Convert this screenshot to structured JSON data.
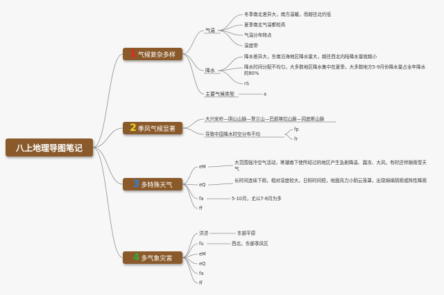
{
  "root": "八上地理导图笔记",
  "colors": {
    "box": "#8a5a2b",
    "line": "#8d8d8d",
    "num1": "#e8231c",
    "num2": "#f2d51f",
    "num3": "#2f80d4",
    "num4": "#3da436"
  },
  "branches": [
    {
      "num": "1",
      "label": "气候复杂多样",
      "children": [
        {
          "label": "气温",
          "leaves": [
            "冬季南北差异大，南方温暖，而越往北约低",
            "夏季南北气温都较高",
            "气温分布特点",
            "温度带"
          ]
        },
        {
          "label": "降水",
          "leaves": [
            "降水差异大，东南沿海地区降水量大，越往西北内陆降水量就越小",
            "降水时间分配不均匀，大多数地区降水集中在夏季，大多数地方5-9月份降水量占全年降水的80%",
            "rS"
          ]
        },
        {
          "label": "主要气候类型",
          "leaves": [
            "a"
          ]
        }
      ]
    },
    {
      "num": "2",
      "label": "季风气候显著",
      "children": [
        {
          "label": "大兴安岭—阴山山脉—贺兰山—巴颜喀拉山脉—冈底斯山脉",
          "leaves": []
        },
        {
          "label": "导致中国降水时空分布不均",
          "leaves": [
            "fp",
            "fr"
          ]
        }
      ]
    },
    {
      "num": "3",
      "label": "多特殊天气",
      "children": [
        {
          "label": "eM",
          "leaves": [
            "大范围强冷空气活动，寒潮南下使所经过的地区产生急剧降温、霜冻、大风，有时还伴随雨雪天气"
          ]
        },
        {
          "label": "eQ",
          "leaves": [
            "长时间连续下雨，相对湿度较大，日照时间短，地面风力小阴云笼罩，出现绵绵阴雨或阵性降雨"
          ]
        },
        {
          "label": "fa",
          "leaves": [
            "5-10月，尤以7-8月为多"
          ]
        },
        {
          "label": "ff",
          "leaves": []
        }
      ]
    },
    {
      "num": "4",
      "label": "多气象灾害",
      "children": [
        {
          "label": "洪涝",
          "leaves": [
            "东部平原"
          ]
        },
        {
          "label": "fu",
          "leaves": [
            "西北，东部季风区"
          ]
        },
        {
          "label": "eM",
          "leaves": []
        },
        {
          "label": "eQ",
          "leaves": []
        },
        {
          "label": "fa",
          "leaves": []
        },
        {
          "label": "ff",
          "leaves": []
        }
      ]
    }
  ]
}
